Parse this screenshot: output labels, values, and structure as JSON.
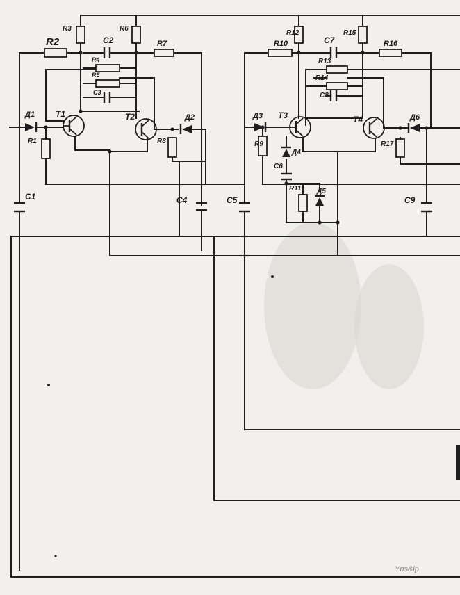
{
  "schematic": {
    "resistors": {
      "R1": "R1",
      "R2": "R2",
      "R3": "R3",
      "R4": "R4",
      "R5": "R5",
      "R6": "R6",
      "R7": "R7",
      "R8": "R8",
      "R9": "R9",
      "R10": "R10",
      "R11": "R11",
      "R12": "R12",
      "R13": "R13",
      "R14": "R14",
      "R15": "R15",
      "R16": "R16",
      "R17": "R17"
    },
    "capacitors": {
      "C1": "C1",
      "C2": "C2",
      "C3": "C3",
      "C4": "C4",
      "C5": "C5",
      "C6": "C6",
      "C7": "C7",
      "C8": "C8",
      "C9": "C9"
    },
    "diodes": {
      "D1": "Д1",
      "D2": "Д2",
      "D3": "Д3",
      "D4": "Д4",
      "D5": "Д5",
      "D6": "Д6"
    },
    "transistors": {
      "T1": "T1",
      "T2": "T2",
      "T3": "T3",
      "T4": "T4"
    },
    "margin_note": "Yns&lp",
    "colors": {
      "ink": "#1e1e1e",
      "paper": "#f1f0ec"
    },
    "icons": [
      "resistor-symbol",
      "capacitor-symbol",
      "diode-symbol",
      "transistor-symbol",
      "junction-dot"
    ]
  }
}
